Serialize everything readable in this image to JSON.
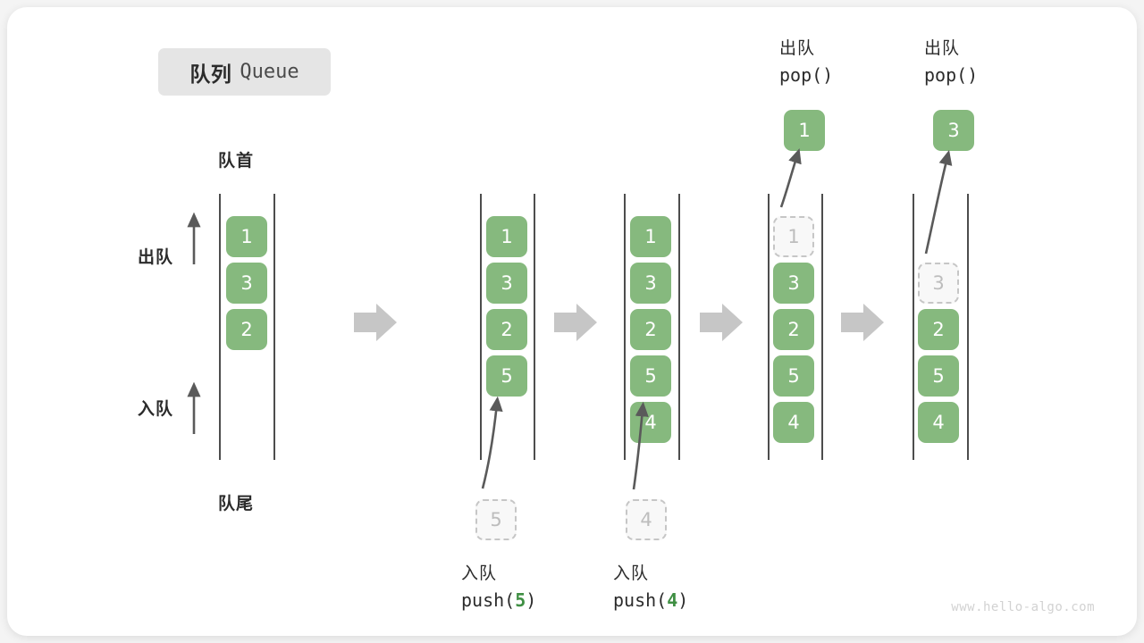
{
  "title": {
    "cn": "队列",
    "en": "Queue"
  },
  "labels": {
    "front": "队首",
    "rear": "队尾",
    "dequeue": "出队",
    "enqueue": "入队"
  },
  "watermark": "www.hello-algo.com",
  "colors": {
    "element_fill": "#86b97e",
    "element_text": "#ffffff",
    "ghost_fill": "#f8f8f8",
    "ghost_border": "#c6c6c6",
    "ghost_text": "#bdbdbd",
    "rail": "#4d4d4d",
    "arrow": "#5a5a5a",
    "step_arrow": "#c6c6c6",
    "chip_bg": "#e5e5e5",
    "code_accent": "#3f8f43"
  },
  "stages": [
    {
      "id": "initial",
      "caption_cn": "",
      "caption_code": "",
      "elements": [
        "1",
        "3",
        "2"
      ],
      "side_arrows": [
        {
          "name": "dequeue",
          "label": "出队"
        },
        {
          "name": "enqueue",
          "label": "入队"
        }
      ]
    },
    {
      "id": "push-5",
      "caption_cn": "入队",
      "caption_code_prefix": "push(",
      "caption_code_value": "5",
      "caption_code_suffix": ")",
      "elements": [
        "1",
        "3",
        "2",
        "5"
      ],
      "incoming_value": "5"
    },
    {
      "id": "push-4",
      "caption_cn": "入队",
      "caption_code_prefix": "push(",
      "caption_code_value": "4",
      "caption_code_suffix": ")",
      "elements": [
        "1",
        "3",
        "2",
        "5",
        "4"
      ],
      "incoming_value": "4"
    },
    {
      "id": "pop-1",
      "caption_cn": "出队",
      "caption_code": "pop()",
      "popped_value": "1",
      "ghost_value": "1",
      "elements": [
        "3",
        "2",
        "5",
        "4"
      ]
    },
    {
      "id": "pop-3",
      "caption_cn": "出队",
      "caption_code": "pop()",
      "popped_value": "3",
      "ghost_value": "3",
      "elements": [
        "2",
        "5",
        "4"
      ]
    }
  ]
}
